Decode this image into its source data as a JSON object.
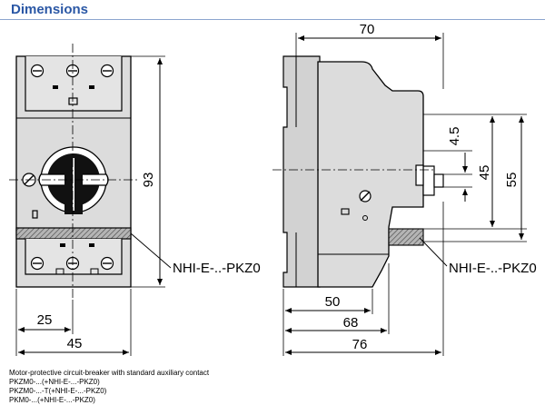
{
  "header": {
    "title": "Dimensions"
  },
  "front_view": {
    "dim_height": "93",
    "dim_terminal": "25",
    "dim_width": "45",
    "module_label": "NHI-E-..-PKZ0"
  },
  "side_view": {
    "dim_depth_top": "70",
    "dim_depth_a": "50",
    "dim_depth_b": "68",
    "dim_depth_total": "76",
    "dim_offset": "4.5",
    "dim_rail": "45",
    "dim_height": "55",
    "module_label": "NHI-E-..-PKZ0"
  },
  "caption": {
    "lines": [
      "Motor-protective circuit-breaker with standard auxiliary contact",
      "PKZM0-...(+NHI-E-...-PKZ0)",
      "PKZM0-...-T(+NHI-E-...-PKZ0)",
      "PKM0-...(+NHI-E-...-PKZ0)"
    ]
  },
  "colors": {
    "title": "#2a57a5",
    "body": "#dcdcdc",
    "hatch": "#7a7a7a"
  }
}
